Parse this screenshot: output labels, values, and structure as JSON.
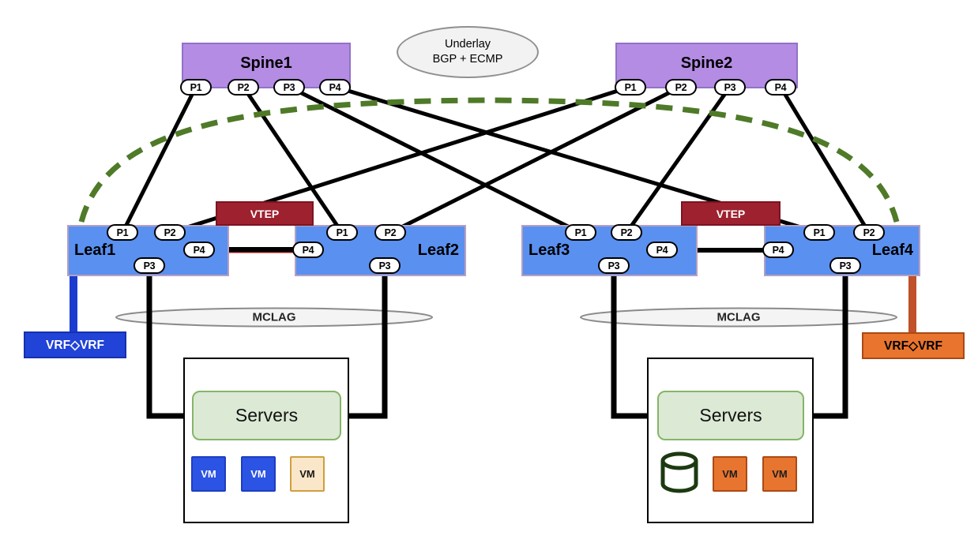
{
  "underlay": {
    "line1": "Underlay",
    "line2": "BGP + ECMP"
  },
  "spines": [
    {
      "label": "Spine1",
      "ports": [
        "P1",
        "P2",
        "P3",
        "P4"
      ]
    },
    {
      "label": "Spine2",
      "ports": [
        "P1",
        "P2",
        "P3",
        "P4"
      ]
    }
  ],
  "leaves": [
    {
      "label": "Leaf1",
      "ports": [
        "P1",
        "P2",
        "P3",
        "P4"
      ]
    },
    {
      "label": "Leaf2",
      "ports": [
        "P1",
        "P2",
        "P3",
        "P4"
      ]
    },
    {
      "label": "Leaf3",
      "ports": [
        "P1",
        "P2",
        "P3",
        "P4"
      ]
    },
    {
      "label": "Leaf4",
      "ports": [
        "P1",
        "P2",
        "P3",
        "P4"
      ]
    }
  ],
  "vteps": [
    {
      "label": "VTEP"
    },
    {
      "label": "VTEP"
    }
  ],
  "mclags": [
    {
      "label": "MCLAG"
    },
    {
      "label": "MCLAG"
    }
  ],
  "vrfs": [
    {
      "label": "VRF◇VRF"
    },
    {
      "label": "VRF◇VRF"
    }
  ],
  "server_groups": [
    {
      "label": "Servers",
      "vms": [
        "VM",
        "VM",
        "VM"
      ],
      "has_database": false
    },
    {
      "label": "Servers",
      "vms": [
        "VM",
        "VM"
      ],
      "has_database": true
    }
  ],
  "colors": {
    "spine_fill": "#b48ce4",
    "leaf_fill": "#5a90f0",
    "vtep_fill": "#9e212f",
    "overlay_tunnel_green": "#4f7a28",
    "link_black": "#000000",
    "peer_link_red": "#8c1010",
    "vrf_left_fill": "#2143d7",
    "vrf_right_fill": "#e8742d",
    "vm_blue": "#2b53e4",
    "vm_tan": "#fae6c8",
    "vm_orange": "#e8752f",
    "servers_fill": "#dce9d5",
    "mclag_fill": "#f4f4f4",
    "underlay_fill": "#f2f2f2",
    "database_green": "#1c3a10"
  }
}
